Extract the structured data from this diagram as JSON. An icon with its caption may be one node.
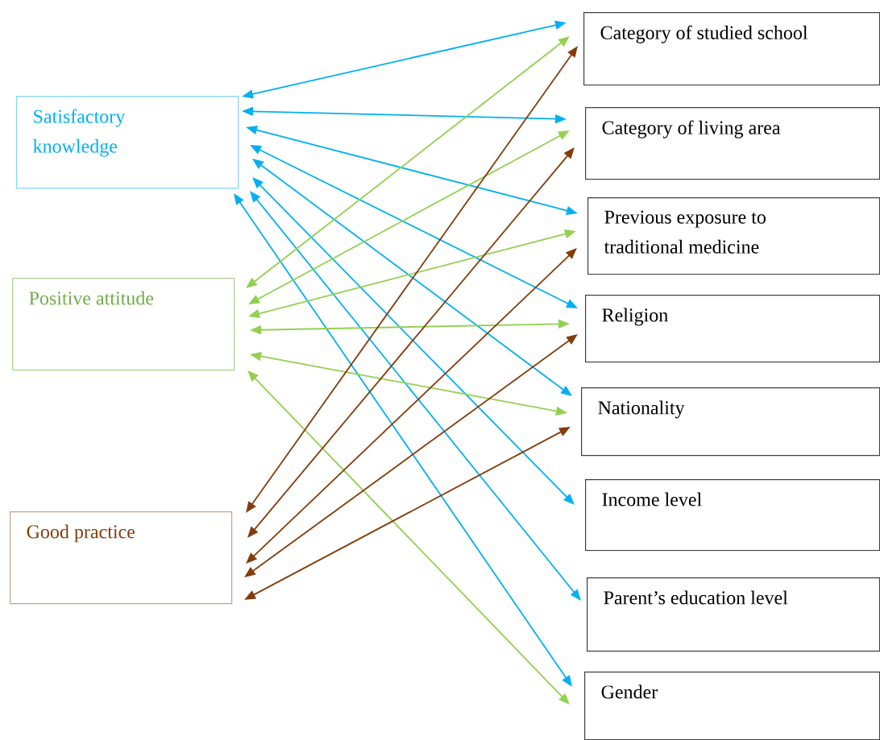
{
  "diagram": {
    "nodes": [
      {
        "text": [
          "Satisfactory knowledge"
        ]
      },
      {
        "text": [
          "Positive attitude"
        ]
      },
      {
        "text": [
          "Good practice"
        ]
      },
      {
        "text": [
          "Category of studied school"
        ]
      },
      {
        "text": [
          "Category of living area"
        ]
      },
      {
        "text": [
          "Previous exposure to traditional medicine"
        ]
      },
      {
        "text": [
          "Religion"
        ]
      },
      {
        "text": [
          "Nationality"
        ]
      },
      {
        "text": [
          "Income level"
        ]
      },
      {
        "text": [
          "Parent’s education level"
        ]
      },
      {
        "text": [
          "Gender"
        ]
      }
    ],
    "edges": [
      {
        "from": 0,
        "to": 3,
        "arrow": "both"
      },
      {
        "from": 0,
        "to": 4,
        "arrow": "both"
      },
      {
        "from": 0,
        "to": 5,
        "arrow": "both"
      },
      {
        "from": 0,
        "to": 6,
        "arrow": "both"
      },
      {
        "from": 0,
        "to": 7,
        "arrow": "both"
      },
      {
        "from": 0,
        "to": 8,
        "arrow": "both"
      },
      {
        "from": 0,
        "to": 9,
        "arrow": "both"
      },
      {
        "from": 0,
        "to": 10,
        "arrow": "both"
      },
      {
        "from": 1,
        "to": 3,
        "arrow": "both",
        "color": "#92d050"
      },
      {
        "from": 1,
        "to": 4,
        "arrow": "both",
        "color": "#92d050"
      },
      {
        "from": 1,
        "to": 5,
        "arrow": "both",
        "color": "#92d050"
      },
      {
        "from": 1,
        "to": 6,
        "arrow": "both",
        "color": "#92d050"
      },
      {
        "from": 1,
        "to": 7,
        "arrow": "both",
        "color": "#92d050"
      },
      {
        "from": 1,
        "to": 10,
        "arrow": "both",
        "color": "#92d050"
      },
      {
        "from": 2,
        "to": 3,
        "arrow": "both",
        "color": "#843c0c"
      },
      {
        "from": 2,
        "to": 4,
        "arrow": "both",
        "color": "#843c0c"
      },
      {
        "from": 2,
        "to": 5,
        "arrow": "both",
        "color": "#843c0c"
      },
      {
        "from": 2,
        "to": 6,
        "arrow": "both",
        "color": "#843c0c"
      },
      {
        "from": 2,
        "to": 7,
        "arrow": "both",
        "color": "#843c0c"
      }
    ]
  }
}
